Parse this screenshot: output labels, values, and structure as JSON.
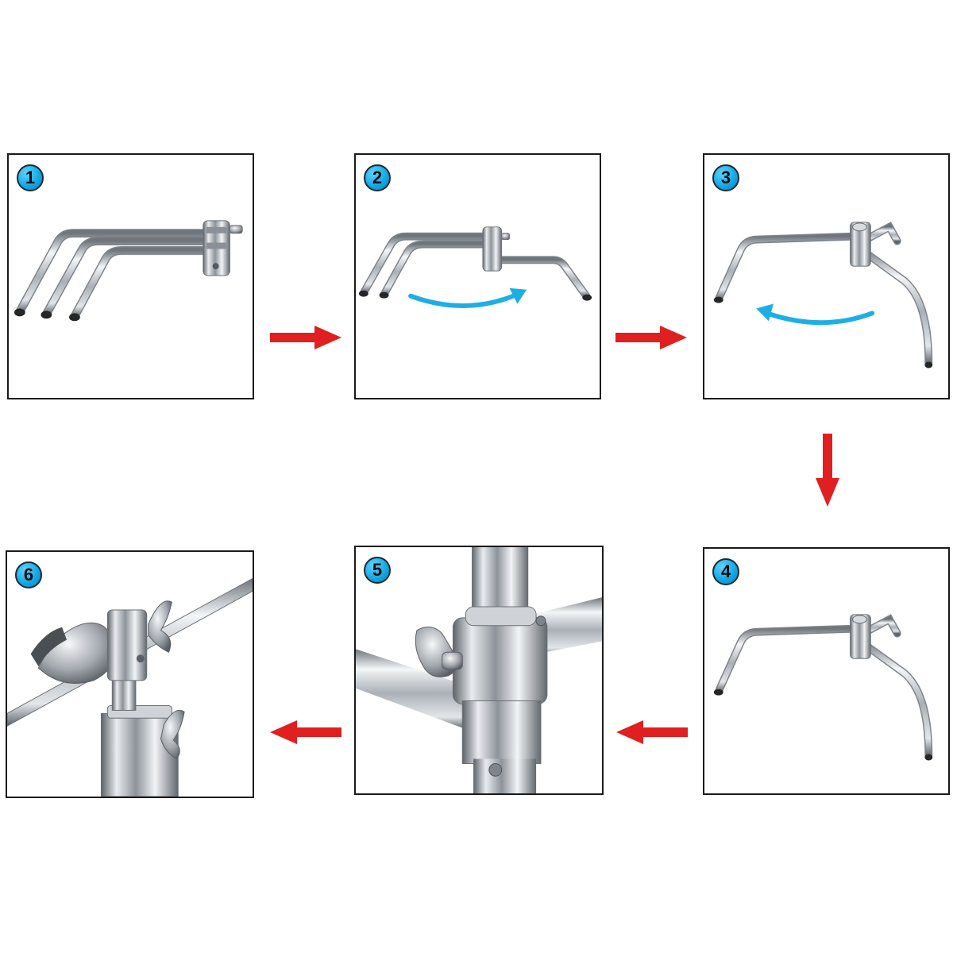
{
  "steps": [
    {
      "number": "1"
    },
    {
      "number": "2"
    },
    {
      "number": "3"
    },
    {
      "number": "4"
    },
    {
      "number": "5"
    },
    {
      "number": "6"
    }
  ],
  "colors": {
    "step_badge": "#15a9e6",
    "flow_arrow": "#e02020",
    "rotation_arrow": "#1eaee6",
    "chrome": "#b9bec4",
    "rubber_tip": "#2a2a2a"
  },
  "icons": {
    "flow_arrow": "red-arrow-icon",
    "rotation_arrow": "curved-blue-arrow-icon",
    "step_badge": "numbered-circle-icon"
  }
}
